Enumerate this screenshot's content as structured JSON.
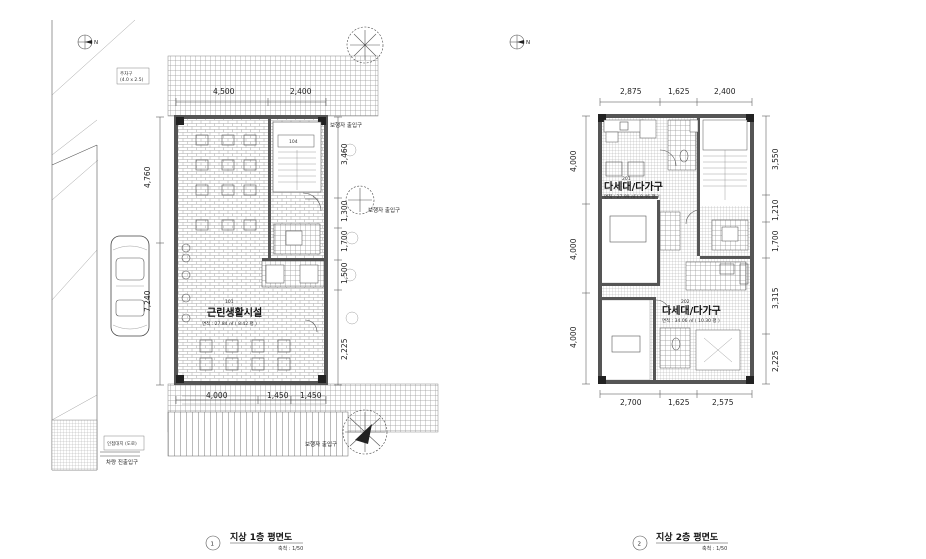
{
  "north_label": "N",
  "plan1": {
    "title": "지상 1층 평면도",
    "number": "1",
    "scale": "축척 : 1/50",
    "room_101_no": "101",
    "room_101_name": "근린생활시설",
    "room_101_area": "면적 : 27.84 ㎡ ( 8.42 평 )",
    "room_104_no": "104",
    "top_dims": [
      "4,500",
      "2,400"
    ],
    "left_dims": [
      "4,760",
      "7,240"
    ],
    "right_dims": [
      "3,460",
      "1,300",
      "1,700",
      "1,500",
      "2,225"
    ],
    "bottom_dims": [
      "4,000",
      "1,450",
      "1,450"
    ],
    "entrance_label": "보행자 출입구",
    "entrance_label_2": "보행자 출입구",
    "car_entry_label": "차량 진출입구",
    "site_note": "인접대지 (도로)",
    "small_box": [
      "주차구",
      "(4.0 x 2.5)"
    ]
  },
  "plan2": {
    "title": "지상 2층 평면도",
    "number": "2",
    "scale": "축척 : 1/50",
    "unit_201_no": "201",
    "unit_201_name": "다세대/다가구",
    "unit_201_area": "면적 : 27.99 ㎡ ( 8.46 평 )",
    "unit_202_no": "202",
    "unit_202_name": "다세대/다가구",
    "unit_202_area": "면적 : 34.06 ㎡ ( 10.30 평 )",
    "top_dims": [
      "2,875",
      "1,625",
      "2,400"
    ],
    "left_dims": [
      "4,000",
      "4,000",
      "4,000"
    ],
    "right_dims": [
      "3,550",
      "1,210",
      "1,700",
      "3,315",
      "2,225"
    ],
    "bottom_dims": [
      "2,700",
      "1,625",
      "2,575"
    ]
  }
}
